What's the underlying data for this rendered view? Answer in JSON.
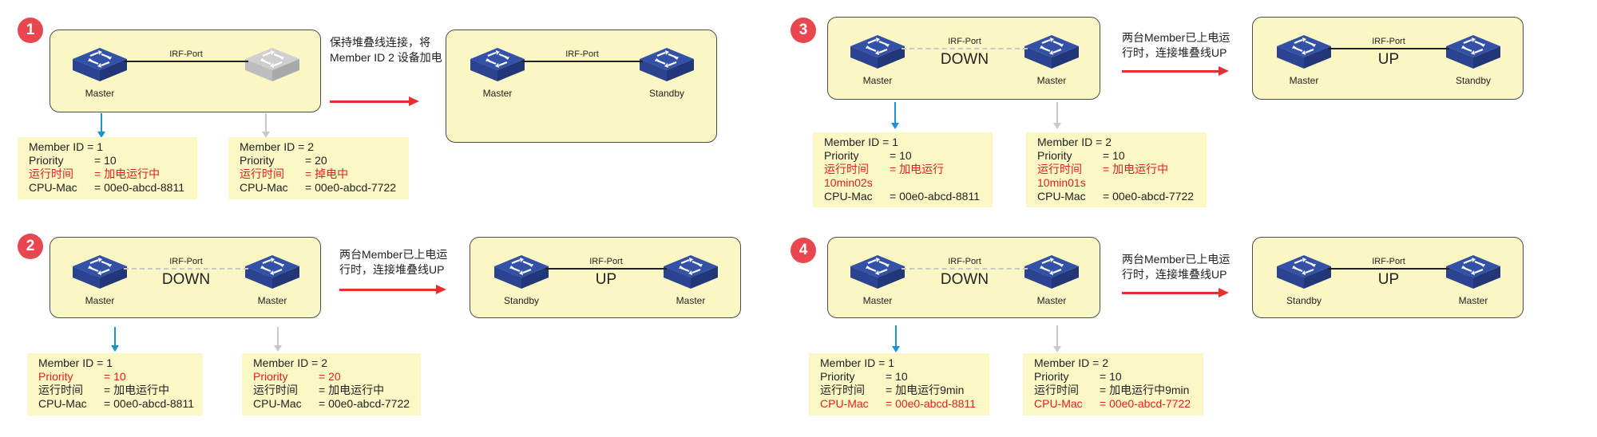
{
  "panels": [
    {
      "number": "1",
      "left": {
        "name": "Master",
        "state": "on"
      },
      "right": {
        "name": "",
        "state": "off"
      },
      "irf": "IRF-Port",
      "link_status": "",
      "caption": [
        "保持堆叠线连接，将",
        "Member ID 2 设备加电"
      ],
      "result": {
        "left": "Master",
        "right": "Standby",
        "irf": "IRF-Port",
        "status": ""
      },
      "members": [
        {
          "rows": [
            {
              "text": "Member ID = 1",
              "red": false
            },
            {
              "key": "Priority",
              "val": "= 10",
              "red": false
            },
            {
              "key": "运行时间",
              "val": "= 加电运行中",
              "red": true
            },
            {
              "key": "CPU-Mac",
              "val": "= 00e0-abcd-8811",
              "red": false
            }
          ]
        },
        {
          "rows": [
            {
              "text": "Member ID = 2",
              "red": false
            },
            {
              "key": "Priority",
              "val": "= 20",
              "red": false
            },
            {
              "key": "运行时间",
              "val": "= 掉电中",
              "red": true
            },
            {
              "key": "CPU-Mac",
              "val": "= 00e0-abcd-7722",
              "red": false
            }
          ]
        }
      ]
    },
    {
      "number": "2",
      "left": {
        "name": "Master",
        "state": "on"
      },
      "right": {
        "name": "Master",
        "state": "on"
      },
      "irf": "IRF-Port",
      "link_status": "DOWN",
      "caption": [
        "两台Member已上电运",
        "行时，连接堆叠线UP"
      ],
      "result": {
        "left": "Standby",
        "right": "Master",
        "irf": "IRF-Port",
        "status": "UP"
      },
      "members": [
        {
          "rows": [
            {
              "text": "Member ID = 1",
              "red": false
            },
            {
              "key": "Priority",
              "val": "= 10",
              "red": true
            },
            {
              "key": "运行时间",
              "val": "= 加电运行中",
              "red": false
            },
            {
              "key": "CPU-Mac",
              "val": "= 00e0-abcd-8811",
              "red": false
            }
          ]
        },
        {
          "rows": [
            {
              "text": "Member ID = 2",
              "red": false
            },
            {
              "key": "Priority",
              "val": "= 20",
              "red": true
            },
            {
              "key": "运行时间",
              "val": "= 加电运行中",
              "red": false
            },
            {
              "key": "CPU-Mac",
              "val": "= 00e0-abcd-7722",
              "red": false
            }
          ]
        }
      ]
    },
    {
      "number": "3",
      "left": {
        "name": "Master",
        "state": "on"
      },
      "right": {
        "name": "Master",
        "state": "on"
      },
      "irf": "IRF-Port",
      "link_status": "DOWN",
      "caption": [
        "两台Member已上电运",
        "行时，连接堆叠线UP"
      ],
      "result": {
        "left": "Master",
        "right": "Standby",
        "irf": "IRF-Port",
        "status": "UP"
      },
      "members": [
        {
          "rows": [
            {
              "text": "Member ID = 1",
              "red": false
            },
            {
              "key": "Priority",
              "val": "= 10",
              "red": false
            },
            {
              "key": "运行时间",
              "val": "= 加电运行",
              "red": true
            },
            {
              "text": "10min02s",
              "red": true
            },
            {
              "key": "CPU-Mac",
              "val": "= 00e0-abcd-8811",
              "red": false
            }
          ]
        },
        {
          "rows": [
            {
              "text": "Member ID = 2",
              "red": false
            },
            {
              "key": "Priority",
              "val": "= 10",
              "red": false
            },
            {
              "key": "运行时间",
              "val": "= 加电运行中",
              "red": true
            },
            {
              "text": "10min01s",
              "red": true
            },
            {
              "key": "CPU-Mac",
              "val": "= 00e0-abcd-7722",
              "red": false
            }
          ]
        }
      ]
    },
    {
      "number": "4",
      "left": {
        "name": "Master",
        "state": "on"
      },
      "right": {
        "name": "Master",
        "state": "on"
      },
      "irf": "IRF-Port",
      "link_status": "DOWN",
      "caption": [
        "两台Member已上电运",
        "行时，连接堆叠线UP"
      ],
      "result": {
        "left": "Standby",
        "right": "Master",
        "irf": "IRF-Port",
        "status": "UP"
      },
      "members": [
        {
          "rows": [
            {
              "text": "Member ID = 1",
              "red": false
            },
            {
              "key": "Priority",
              "val": "= 10",
              "red": false
            },
            {
              "key": "运行时间",
              "val": "= 加电运行9min",
              "red": false
            },
            {
              "key": "CPU-Mac",
              "val": "= 00e0-abcd-8811",
              "red": true
            }
          ]
        },
        {
          "rows": [
            {
              "text": "Member ID = 2",
              "red": false
            },
            {
              "key": "Priority",
              "val": "= 10",
              "red": false
            },
            {
              "key": "运行时间",
              "val": "= 加电运行中9min",
              "red": false
            },
            {
              "key": "CPU-Mac",
              "val": "= 00e0-abcd-7722",
              "red": true
            }
          ]
        }
      ]
    }
  ],
  "icons": {
    "switch": "switch-icon",
    "switch_off": "switch-icon-powered-off"
  },
  "colors": {
    "badge": "#e8474f",
    "arrow": "#e63030",
    "highlight": "#e02020",
    "panel": "#fbf7c4",
    "switch": "#3451a8"
  }
}
